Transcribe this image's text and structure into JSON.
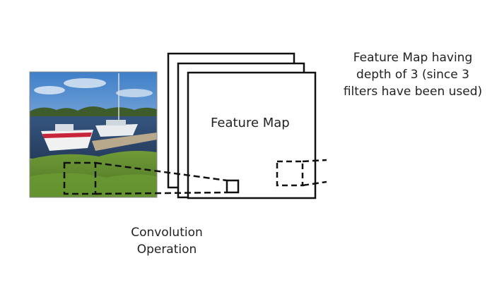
{
  "feature_map_label": "Feature Map",
  "caption_right": {
    "line1": "Feature Map having",
    "line2": "depth of 3 (since 3",
    "line3": "filters have been used)"
  },
  "caption_bottom": {
    "line1": "Convolution",
    "line2": "Operation"
  },
  "photo": {
    "description_icon": "boat-landscape-photo"
  },
  "colors": {
    "line": "#111111",
    "sky_top": "#3f7fc8",
    "sky_bottom": "#bcd6ee",
    "water": "#2f4f7a",
    "grass": "#5e8a2e"
  }
}
